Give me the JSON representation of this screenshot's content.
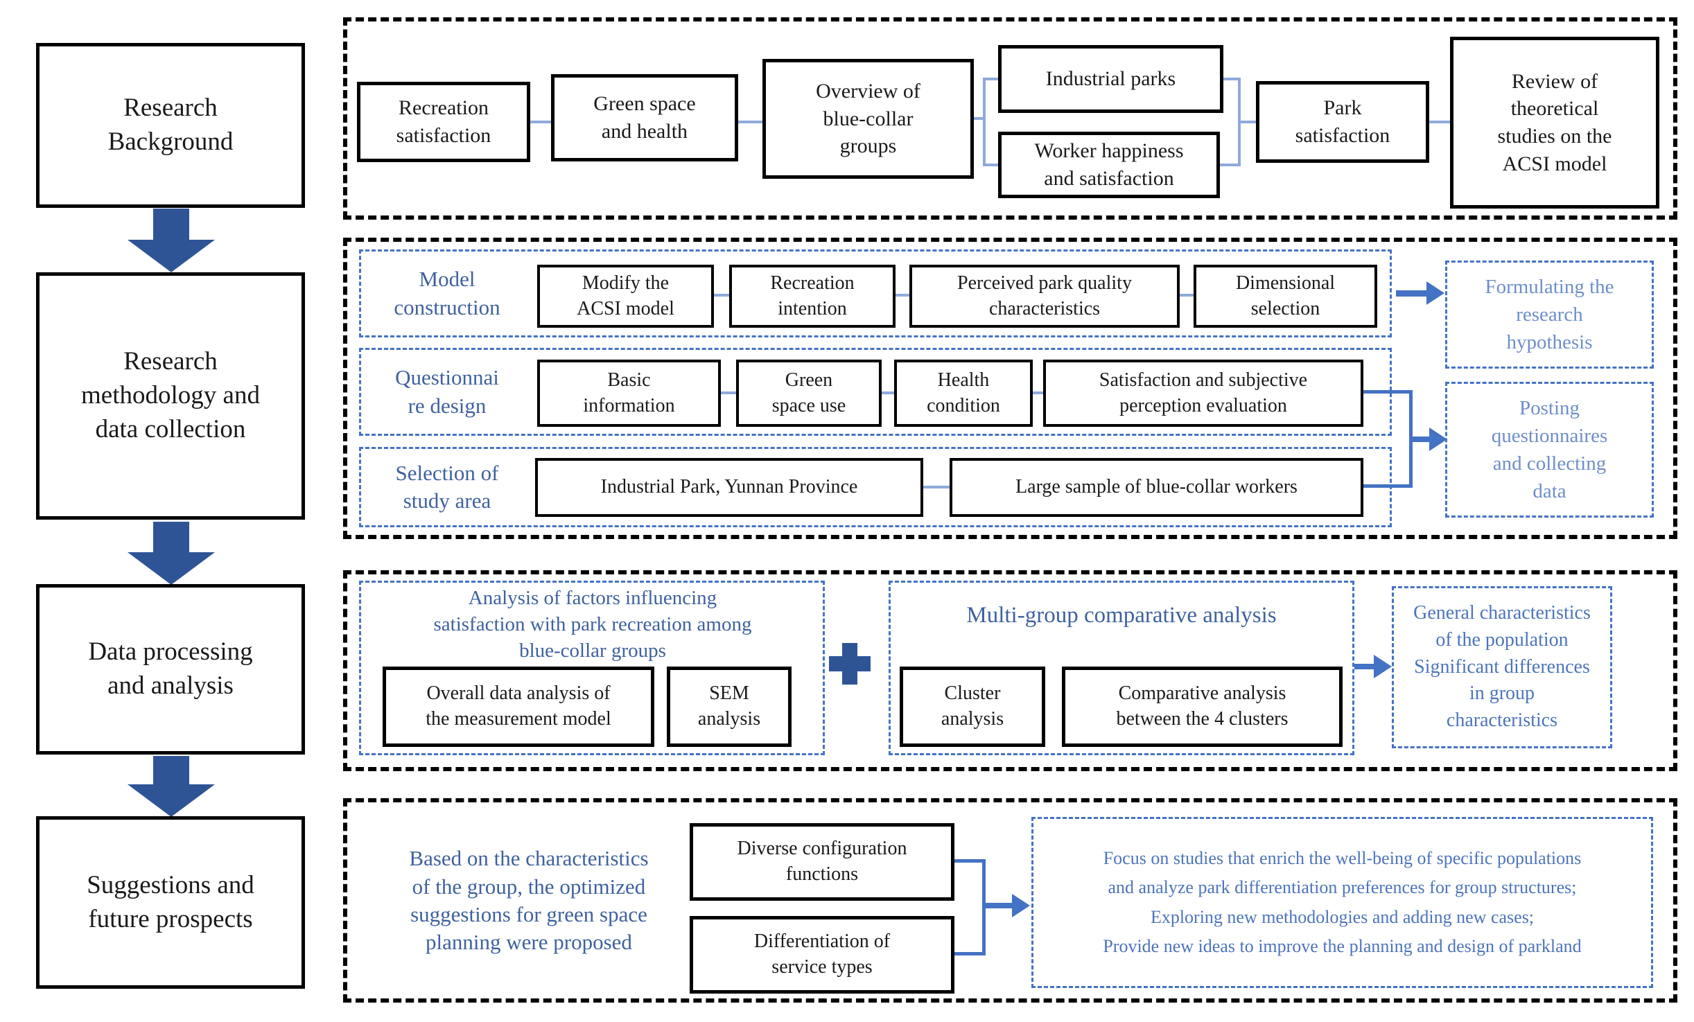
{
  "colors": {
    "background": "#FFFFFF",
    "box_border": "#000000",
    "panel_border": "#000000",
    "blue_dashed_border": "#4472C4",
    "blue_label_text": "#3F619F",
    "blue_light_text": "#6E8EC9",
    "blue_mid_text": "#4C74BC",
    "arrow_blue": "#2F5496",
    "connector_line": "#8EAADB"
  },
  "stages": {
    "s1": "Research\nBackground",
    "s2": "Research\nmethodology and\ndata collection",
    "s3": "Data processing\nand analysis",
    "s4": "Suggestions and\nfuture prospects"
  },
  "p1": {
    "recreation": "Recreation\nsatisfaction",
    "green": "Green space\nand health",
    "overview": "Overview of\nblue-collar\ngroups",
    "industrial": "Industrial parks",
    "worker": "Worker happiness\nand satisfaction",
    "park": "Park\nsatisfaction",
    "review": "Review of\ntheoretical\nstudies on the\nACSI model"
  },
  "p2": {
    "row1_label": "Model\nconstruction",
    "modify": "Modify the\nACSI model",
    "intention": "Recreation\nintention",
    "perceived": "Perceived park quality\ncharacteristics",
    "dimensional": "Dimensional\nselection",
    "formulating": "Formulating the\nresearch\nhypothesis",
    "row2_label": "Questionnai\nre design",
    "basic": "Basic\ninformation",
    "green_use": "Green\nspace use",
    "health": "Health\ncondition",
    "satisfaction_eval": "Satisfaction and subjective\nperception evaluation",
    "posting": "Posting\nquestionnaires\nand collecting\ndata",
    "row3_label": "Selection of\nstudy area",
    "yunnan": "Industrial Park, Yunnan Province",
    "large_sample": "Large sample of blue-collar workers"
  },
  "p3": {
    "left_title": "Analysis of factors influencing\nsatisfaction with park recreation among\nblue-collar groups",
    "overall": "Overall data analysis of\nthe measurement model",
    "sem": "SEM\nanalysis",
    "mid_title": "Multi-group comparative analysis",
    "cluster": "Cluster\nanalysis",
    "comparative": "Comparative analysis\nbetween the 4 clusters",
    "outcome": "General characteristics\nof the population\nSignificant differences\nin group\ncharacteristics"
  },
  "p4": {
    "intro": "Based on the characteristics\nof the group, the optimized\nsuggestions for green space\nplanning were proposed",
    "diverse": "Diverse configuration\nfunctions",
    "differentiation": "Differentiation of\nservice types",
    "outlook": "Focus on studies that enrich the well-being of specific populations\nand analyze park differentiation preferences for group structures;\nExploring new methodologies and adding new cases;\nProvide new ideas to improve the planning and design of parkland"
  }
}
